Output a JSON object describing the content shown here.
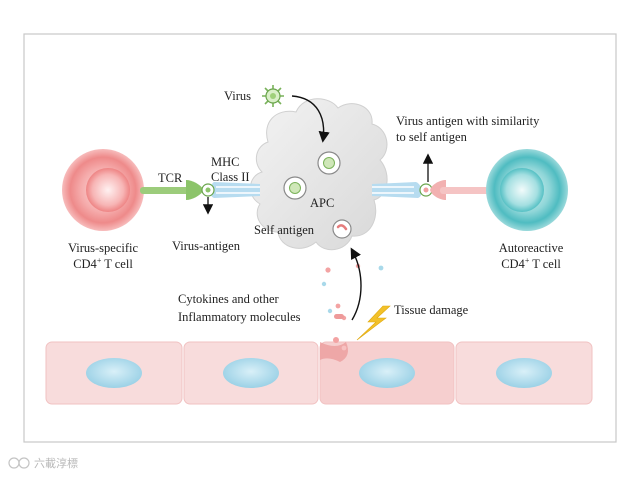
{
  "labels": {
    "virus": "Virus",
    "tcr": "TCR",
    "mhc_line1": "MHC",
    "mhc_line2": "Class II",
    "apc": "APC",
    "self_antigen": "Self antigen",
    "virus_antigen": "Virus-antigen",
    "left_cell_line1": "Virus-specific",
    "left_cell_line2_base": "CD4",
    "left_cell_line2_sup": "+",
    "left_cell_line2_end": " T cell",
    "right_cell_line1": "Autoreactive",
    "right_cell_line2_base": "CD4",
    "right_cell_line2_sup": "+",
    "right_cell_line2_end": " T cell",
    "similarity_line1": "Virus antigen with similarity",
    "similarity_line2": "to self antigen",
    "cytokines_line1": "Cytokines and other",
    "cytokines_line2": "Inflammatory molecules",
    "tissue_damage": "Tissue damage"
  },
  "watermark": "六載淳標",
  "colors": {
    "frame": "#c8c8c8",
    "left_cell": "#f08c8c",
    "right_cell": "#5fc4c8",
    "apc": "#e4e4e4",
    "tissue": "#f7d6d6",
    "tissue_nucleus": "#a9d9ea",
    "tcr": "#8cc46a",
    "mhc": "#a6d3ec",
    "lightning": "#f2c12a"
  },
  "tissue_cell_count": 4
}
